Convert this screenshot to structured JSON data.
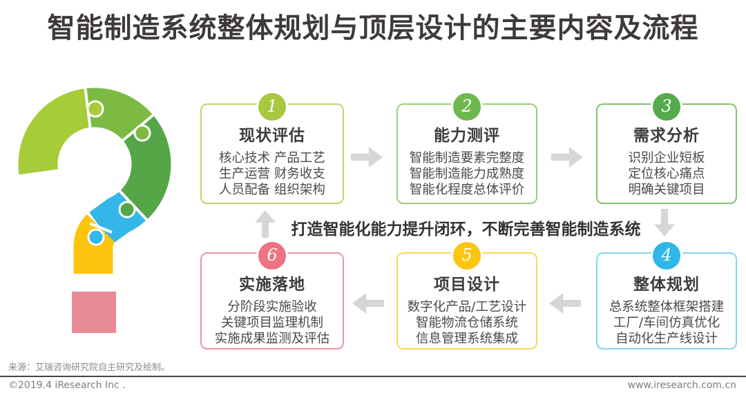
{
  "page": {
    "title": "智能制造系统整体规划与顶层设计的主要内容及流程",
    "title_color": "#3e3a39",
    "background_color": "#ffffff"
  },
  "graphic": {
    "name": "puzzle-question-mark",
    "colors": {
      "light_green": "#a6cc39",
      "green": "#7cba44",
      "dark_green": "#55a647",
      "cyan": "#35b6e9",
      "yellow": "#fdc40d",
      "pink": "#e98b95"
    }
  },
  "steps": [
    {
      "number": "1",
      "title": "现状评估",
      "lines": [
        "核心技术 产品工艺",
        "生产运营 财务收支",
        "人员配备 组织架构"
      ],
      "accent_color": "#a8c93f",
      "border_color": "#b9d76d"
    },
    {
      "number": "2",
      "title": "能力测评",
      "lines": [
        "智能制造要素完整度",
        "智能制造能力成熟度",
        "智能化程度总体评价"
      ],
      "accent_color": "#6fb84e",
      "border_color": "#9bcc78"
    },
    {
      "number": "3",
      "title": "需求分析",
      "lines": [
        "识别企业短板",
        "定位核心痛点",
        "明确关键项目"
      ],
      "accent_color": "#55ab4b",
      "border_color": "#82c172"
    },
    {
      "number": "4",
      "title": "整体规划",
      "lines": [
        "总系统整体框架搭建",
        "工厂/车间仿真优化",
        "自动化生产线设计"
      ],
      "accent_color": "#2eb7e9",
      "border_color": "#82d5ef"
    },
    {
      "number": "5",
      "title": "项目设计",
      "lines": [
        "数字化产品/工艺设计",
        "智能物流仓储系统",
        "信息管理系统集成"
      ],
      "accent_color": "#fcc511",
      "border_color": "#f9d75c"
    },
    {
      "number": "6",
      "title": "实施落地",
      "lines": [
        "分阶段实施验收",
        "关键项目监理机制",
        "实施成果监测及评估"
      ],
      "accent_color": "#ec737f",
      "border_color": "#f0929d"
    }
  ],
  "flow": {
    "loop_caption": "打造智能化能力提升闭环，不断完善智能制造系统",
    "arrow_color": "#d6d6d6",
    "arrows": [
      "arrow-right",
      "arrow-right",
      "arrow-down",
      "arrow-left",
      "arrow-left",
      "arrow-up"
    ]
  },
  "footer": {
    "source": "来源：艾瑞咨询研究院自主研究及绘制。",
    "copyright": "©2019.4 iResearch Inc .",
    "website": "www.iresearch.com.cn"
  }
}
